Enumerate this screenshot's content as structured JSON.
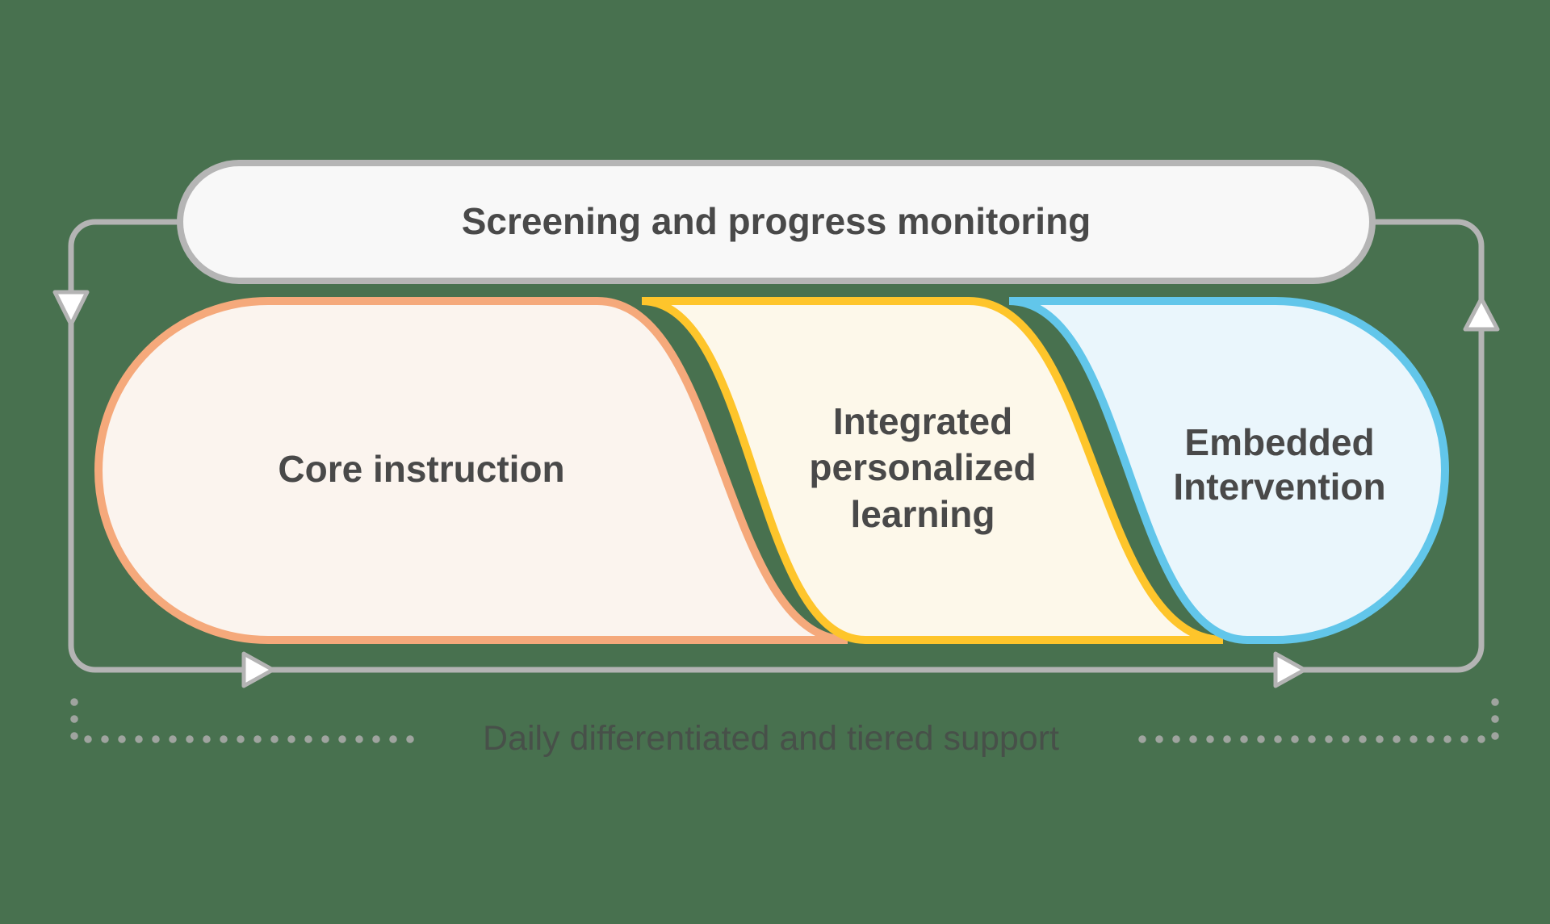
{
  "background_color": "#48714F",
  "pill": {
    "label": "Screening and progress monitoring",
    "fill_color": "#F8F8F8",
    "border_color": "#B5B5B5",
    "text_color": "#494949"
  },
  "cards": [
    {
      "label": "Core instruction",
      "fill_color": "#FBF4EE",
      "border_color": "#F5A97B"
    },
    {
      "label": "Integrated personalized learning",
      "fill_color": "#FDF8EA",
      "border_color": "#FEC52B"
    },
    {
      "label": "Embedded Intervention",
      "fill_color": "#EAF6FC",
      "border_color": "#62C6EA"
    }
  ],
  "card_text_color": "#494949",
  "flow_loop": {
    "line_color": "#B4B4B4",
    "arrowhead_fill": "#FFFFFF"
  },
  "footer": {
    "label": "Daily differentiated and tiered support",
    "text_color": "#475049",
    "dot_color": "#9FA49F"
  }
}
